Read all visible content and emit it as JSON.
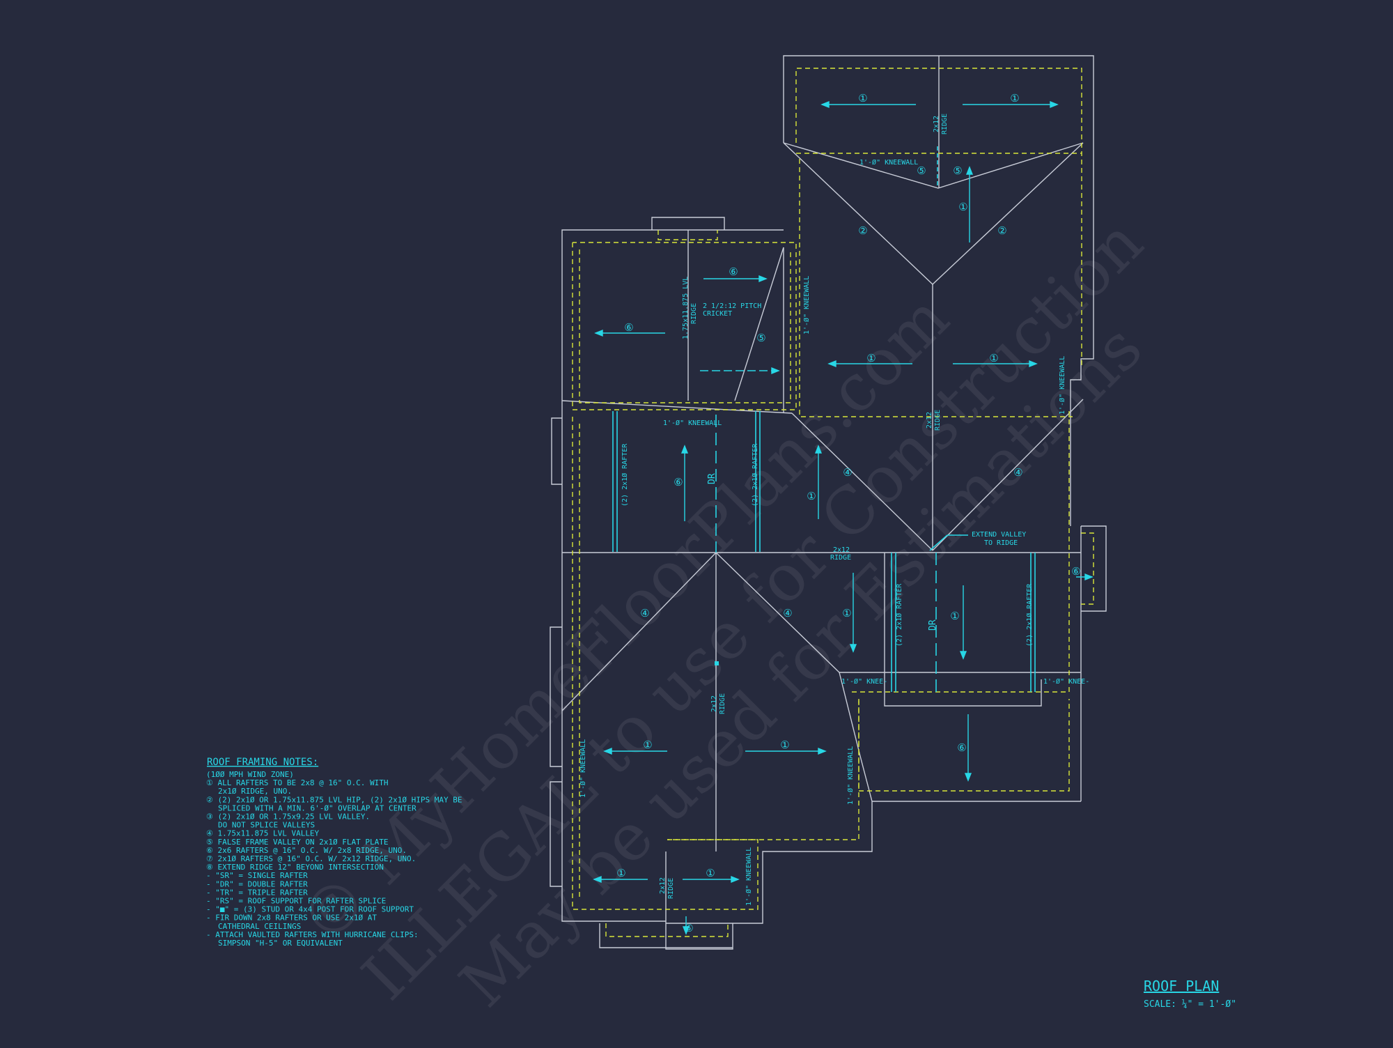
{
  "colors": {
    "background": "#262a3d",
    "outline": "#c9cdd8",
    "dashed": "#d9e63a",
    "annotation": "#28d7e6",
    "watermark": "#ffffff"
  },
  "watermark": {
    "line1": "© MyHomeFloorPlans.com",
    "line2": "ILLEGAL to use for Construction",
    "line3": "May be used for Estimations"
  },
  "title": {
    "heading": "ROOF PLAN",
    "scale": "SCALE: ¼\" = 1'-Ø\""
  },
  "notes": {
    "heading": "ROOF FRAMING NOTES:",
    "lines": [
      "(1ØØ MPH WIND ZONE)",
      "① ALL RAFTERS TO BE 2x8 @ 16\" O.C. WITH",
      "2x1Ø RIDGE, UNO.",
      "② (2) 2x1Ø OR 1.75x11.875 LVL HIP, (2) 2x1Ø HIPS MAY BE",
      "SPLICED WITH A MIN. 6'-Ø\" OVERLAP AT CENTER",
      "③ (2) 2x1Ø OR 1.75x9.25 LVL VALLEY.",
      "DO NOT SPLICE VALLEYS",
      "④ 1.75x11.875 LVL VALLEY",
      "⑤ FALSE FRAME VALLEY ON 2x1Ø FLAT PLATE",
      "⑥ 2x6 RAFTERS @ 16\" O.C. W/ 2x8 RIDGE, UNO.",
      "⑦ 2x1Ø RAFTERS @ 16\" O.C. W/ 2x12 RIDGE, UNO.",
      "⑧ EXTEND RIDGE 12\" BEYOND INTERSECTION",
      "- \"SR\" = SINGLE RAFTER",
      "- \"DR\" = DOUBLE RAFTER",
      "- \"TR\" = TRIPLE RAFTER",
      "- \"RS\" = ROOF SUPPORT FOR RAFTER SPLICE",
      "- \"■\" = (3) STUD OR 4x4 POST FOR ROOF SUPPORT",
      "- FIR DOWN 2x8 RAFTERS OR USE 2x1Ø AT",
      "CATHEDRAL CEILINGS",
      "- ATTACH VAULTED RAFTERS WITH HURRICANE CLIPS:",
      "SIMPSON \"H-5\" OR EQUIVALENT"
    ]
  },
  "plan_labels": {
    "ridge_2x12": "2x12",
    "ridge": "RIDGE",
    "kneewall_1ft": "1'-Ø\" KNEEWALL",
    "kneewall_short": "1'-Ø\" KNEE-",
    "lvl_ridge_1": "1.75x11.875 LVL",
    "lvl_ridge_2": "RIDGE",
    "cricket_1": "2 1/2:12 PITCH",
    "cricket_2": "CRICKET",
    "rafter_2x10": "(2) 2x1Ø RAFTER",
    "dr": "DR",
    "extend_valley_1": "EXTEND VALLEY",
    "extend_valley_2": "TO RIDGE"
  },
  "callouts": {
    "c1": "①",
    "c2": "②",
    "c4": "④",
    "c5": "⑤",
    "c6": "⑥"
  }
}
